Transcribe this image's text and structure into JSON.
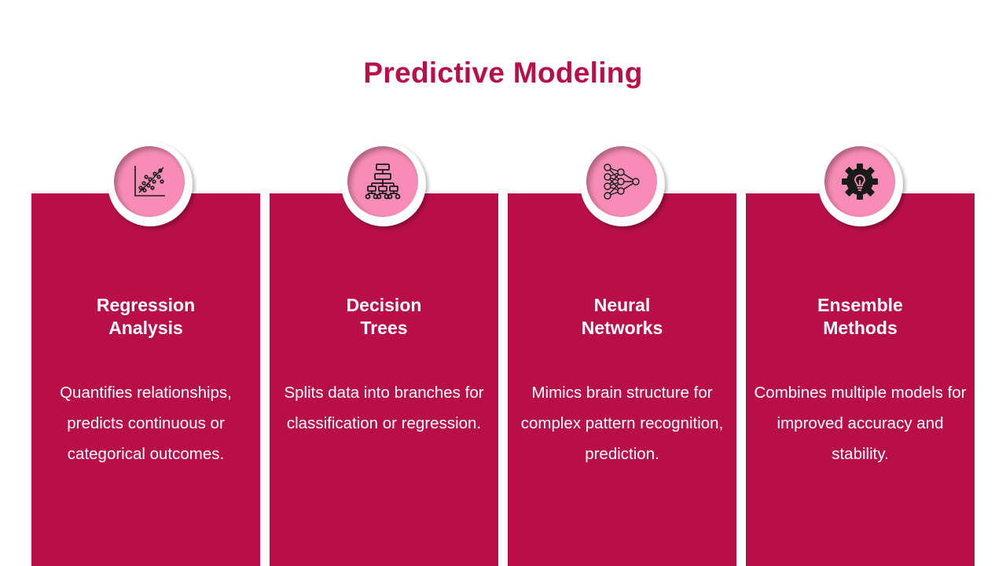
{
  "title": "Predictive Modeling",
  "colors": {
    "accent": "#b80f48",
    "circle_fill": "#f78db6",
    "title": "#b80f48",
    "icon": "#1a1a1a"
  },
  "cards": [
    {
      "heading_line1": "Regression",
      "heading_line2": "Analysis",
      "text": "Quantifies relationships, predicts continuous or categorical outcomes.",
      "icon": "scatter-plot-icon"
    },
    {
      "heading_line1": "Decision",
      "heading_line2": "Trees",
      "text": "Splits data into branches for classification or regression.",
      "icon": "decision-tree-icon"
    },
    {
      "heading_line1": "Neural",
      "heading_line2": "Networks",
      "text": "Mimics brain structure for complex pattern recognition, prediction.",
      "icon": "neural-network-icon"
    },
    {
      "heading_line1": "Ensemble",
      "heading_line2": "Methods",
      "text": "Combines multiple models for improved accuracy and stability.",
      "icon": "gear-lightbulb-icon"
    }
  ]
}
